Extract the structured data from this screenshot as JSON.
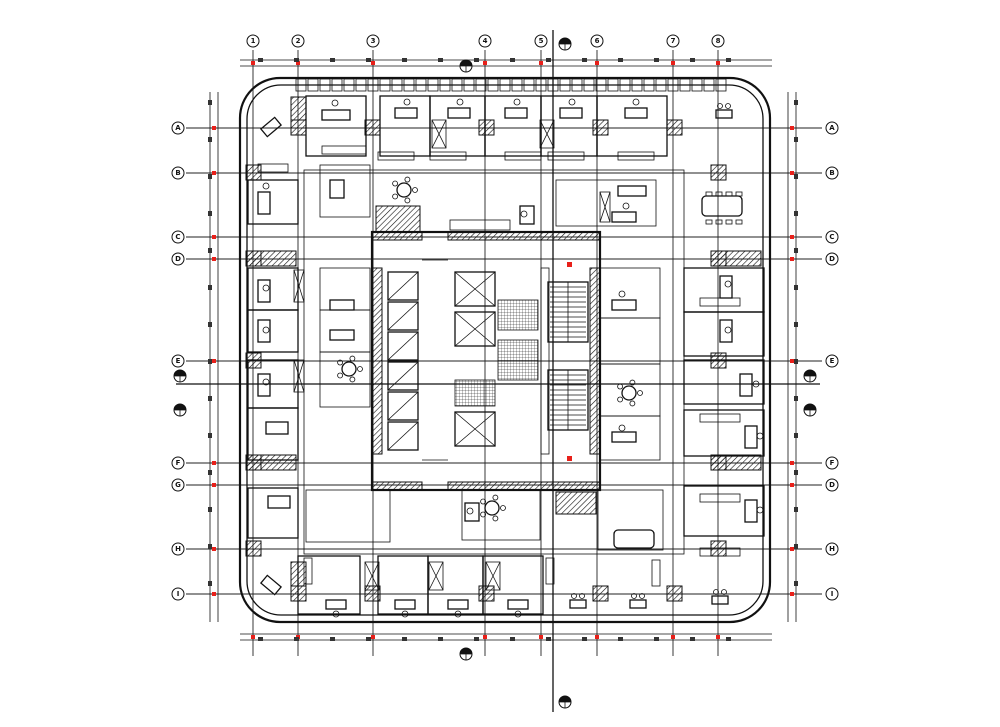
{
  "drawing": {
    "type": "architectural floor plan",
    "colors": {
      "ink": "#111111",
      "accent": "#e8201a",
      "paper": "#ffffff"
    }
  },
  "grid": {
    "columns": [
      "1",
      "2",
      "3",
      "4",
      "5",
      "6",
      "7",
      "8"
    ],
    "rows_left": [
      "A",
      "B",
      "C",
      "D",
      "E",
      "F",
      "G",
      "H",
      "I"
    ],
    "rows_right": [
      "A",
      "B",
      "C",
      "D",
      "E",
      "F",
      "D",
      "H",
      "I"
    ]
  },
  "symbols": {
    "section_marker": "north-arrow-icon"
  }
}
